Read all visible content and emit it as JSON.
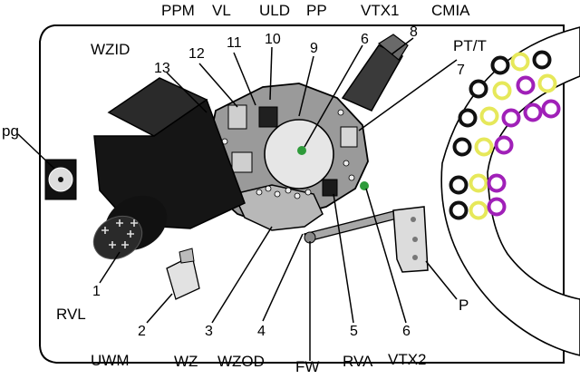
{
  "labels": {
    "ppm": "PPM",
    "vl": "VL",
    "uld": "ULD",
    "pp": "PP",
    "vtx1": "VTX1",
    "cmia": "CMIA",
    "wzid": "WZID",
    "ptt": "PT/T",
    "pg": "pg",
    "rvl": "RVL",
    "uwm": "UWM",
    "wz": "WZ",
    "wzod": "WZOD",
    "fw": "FW",
    "rva": "RVA",
    "vtx2": "VTX2",
    "p": "P"
  },
  "numbers": {
    "n12": "12",
    "n11": "11",
    "n10": "10",
    "n9": "9",
    "n6a": "6",
    "n8": "8",
    "n13": "13",
    "n7": "7",
    "n1": "1",
    "n2": "2",
    "n3": "3",
    "n4": "4",
    "n5": "5",
    "n6b": "6"
  },
  "colors": {
    "outline": "#000000",
    "dark_block": "#151515",
    "metal": "#9a9a9a",
    "rotor": "#c4c4c4",
    "green_dot": "#2e9b3a",
    "yellow_ring": "#e6e85a",
    "magenta_ring": "#a020b8",
    "dark_ring": "#111111"
  }
}
